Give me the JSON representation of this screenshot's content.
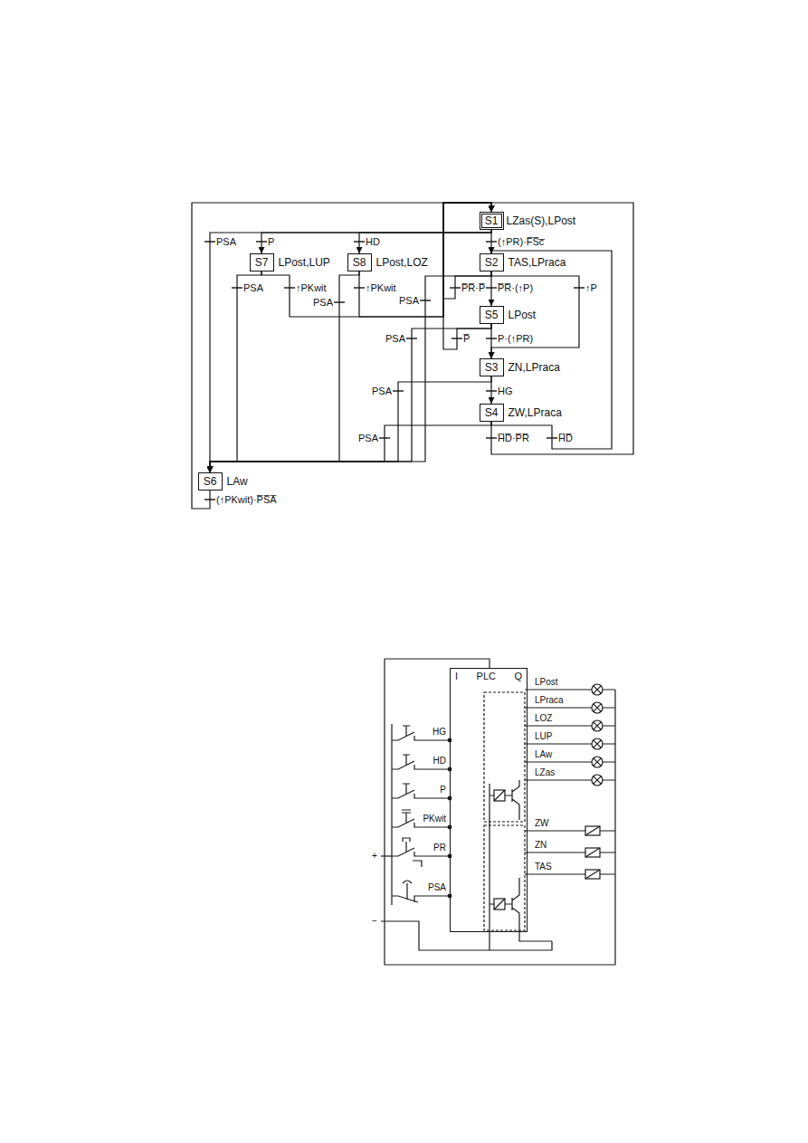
{
  "diagram": {
    "nodes": [
      {
        "text": [
          "S1",
          "LZas(S),LPost"
        ]
      },
      {
        "text": [
          "S7",
          "LPost,LUP"
        ]
      },
      {
        "text": [
          "S8",
          "LPost,LOZ"
        ]
      },
      {
        "text": [
          "S2",
          "TAS,LPraca"
        ]
      },
      {
        "text": [
          "S5",
          "LPost"
        ]
      },
      {
        "text": [
          "S3",
          "ZN,LPraca"
        ]
      },
      {
        "text": [
          "S4",
          "ZW,LPraca"
        ]
      },
      {
        "text": [
          "S6",
          "LAw"
        ]
      },
      {
        "text": [
          "I",
          "PLC",
          "Q"
        ]
      }
    ],
    "edges": [
      {
        "from": 0,
        "to": 3,
        "label": "(↑PR)·F̅S̅c̅",
        "arrow": "to"
      },
      {
        "from": 0,
        "to": 7,
        "label": "PSA",
        "arrow": "to"
      },
      {
        "from": 0,
        "to": 1,
        "label": "P",
        "arrow": "to"
      },
      {
        "from": 0,
        "to": 2,
        "label": "HD",
        "arrow": "to"
      },
      {
        "from": 1,
        "to": 7,
        "label": "PSA",
        "arrow": "to"
      },
      {
        "from": 1,
        "to": 0,
        "label": "↑PKwit",
        "arrow": "to"
      },
      {
        "from": 2,
        "to": 0,
        "label": "↑PKwit",
        "arrow": "to"
      },
      {
        "from": 2,
        "to": 7,
        "label": "PSA",
        "arrow": "to"
      },
      {
        "from": 3,
        "to": 0,
        "label": "P̅R̅·P̅",
        "arrow": "to"
      },
      {
        "from": 3,
        "to": 4,
        "label": "P̅R̅·(↑P)",
        "arrow": "to"
      },
      {
        "from": 3,
        "to": 5,
        "label": "↑P",
        "arrow": "to"
      },
      {
        "from": 3,
        "to": 7,
        "label": "PSA",
        "arrow": "to"
      },
      {
        "from": 4,
        "to": 5,
        "label": "P·(↑PR)",
        "arrow": "to"
      },
      {
        "from": 4,
        "to": 0,
        "label": "P̅",
        "arrow": "to"
      },
      {
        "from": 4,
        "to": 7,
        "label": "PSA",
        "arrow": "to"
      },
      {
        "from": 5,
        "to": 6,
        "label": "HG",
        "arrow": "to"
      },
      {
        "from": 5,
        "to": 7,
        "label": "PSA",
        "arrow": "to"
      },
      {
        "from": 6,
        "to": 0,
        "label": "H̅D̅·P̅R̅",
        "arrow": "to"
      },
      {
        "from": 6,
        "to": 3,
        "label": "H̅D̅",
        "arrow": "to"
      },
      {
        "from": 6,
        "to": 7,
        "label": "PSA",
        "arrow": "to"
      },
      {
        "from": 7,
        "to": 0,
        "label": "(↑PKwit)·P̅S̅A̅",
        "arrow": "to"
      }
    ],
    "labels": [
      "HG",
      "HD",
      "P",
      "PKwit",
      "PR",
      "PSA",
      "+",
      "−",
      "LPost",
      "LPraca",
      "LOZ",
      "LUP",
      "LAw",
      "LZas",
      "ZW",
      "ZN",
      "TAS"
    ]
  }
}
